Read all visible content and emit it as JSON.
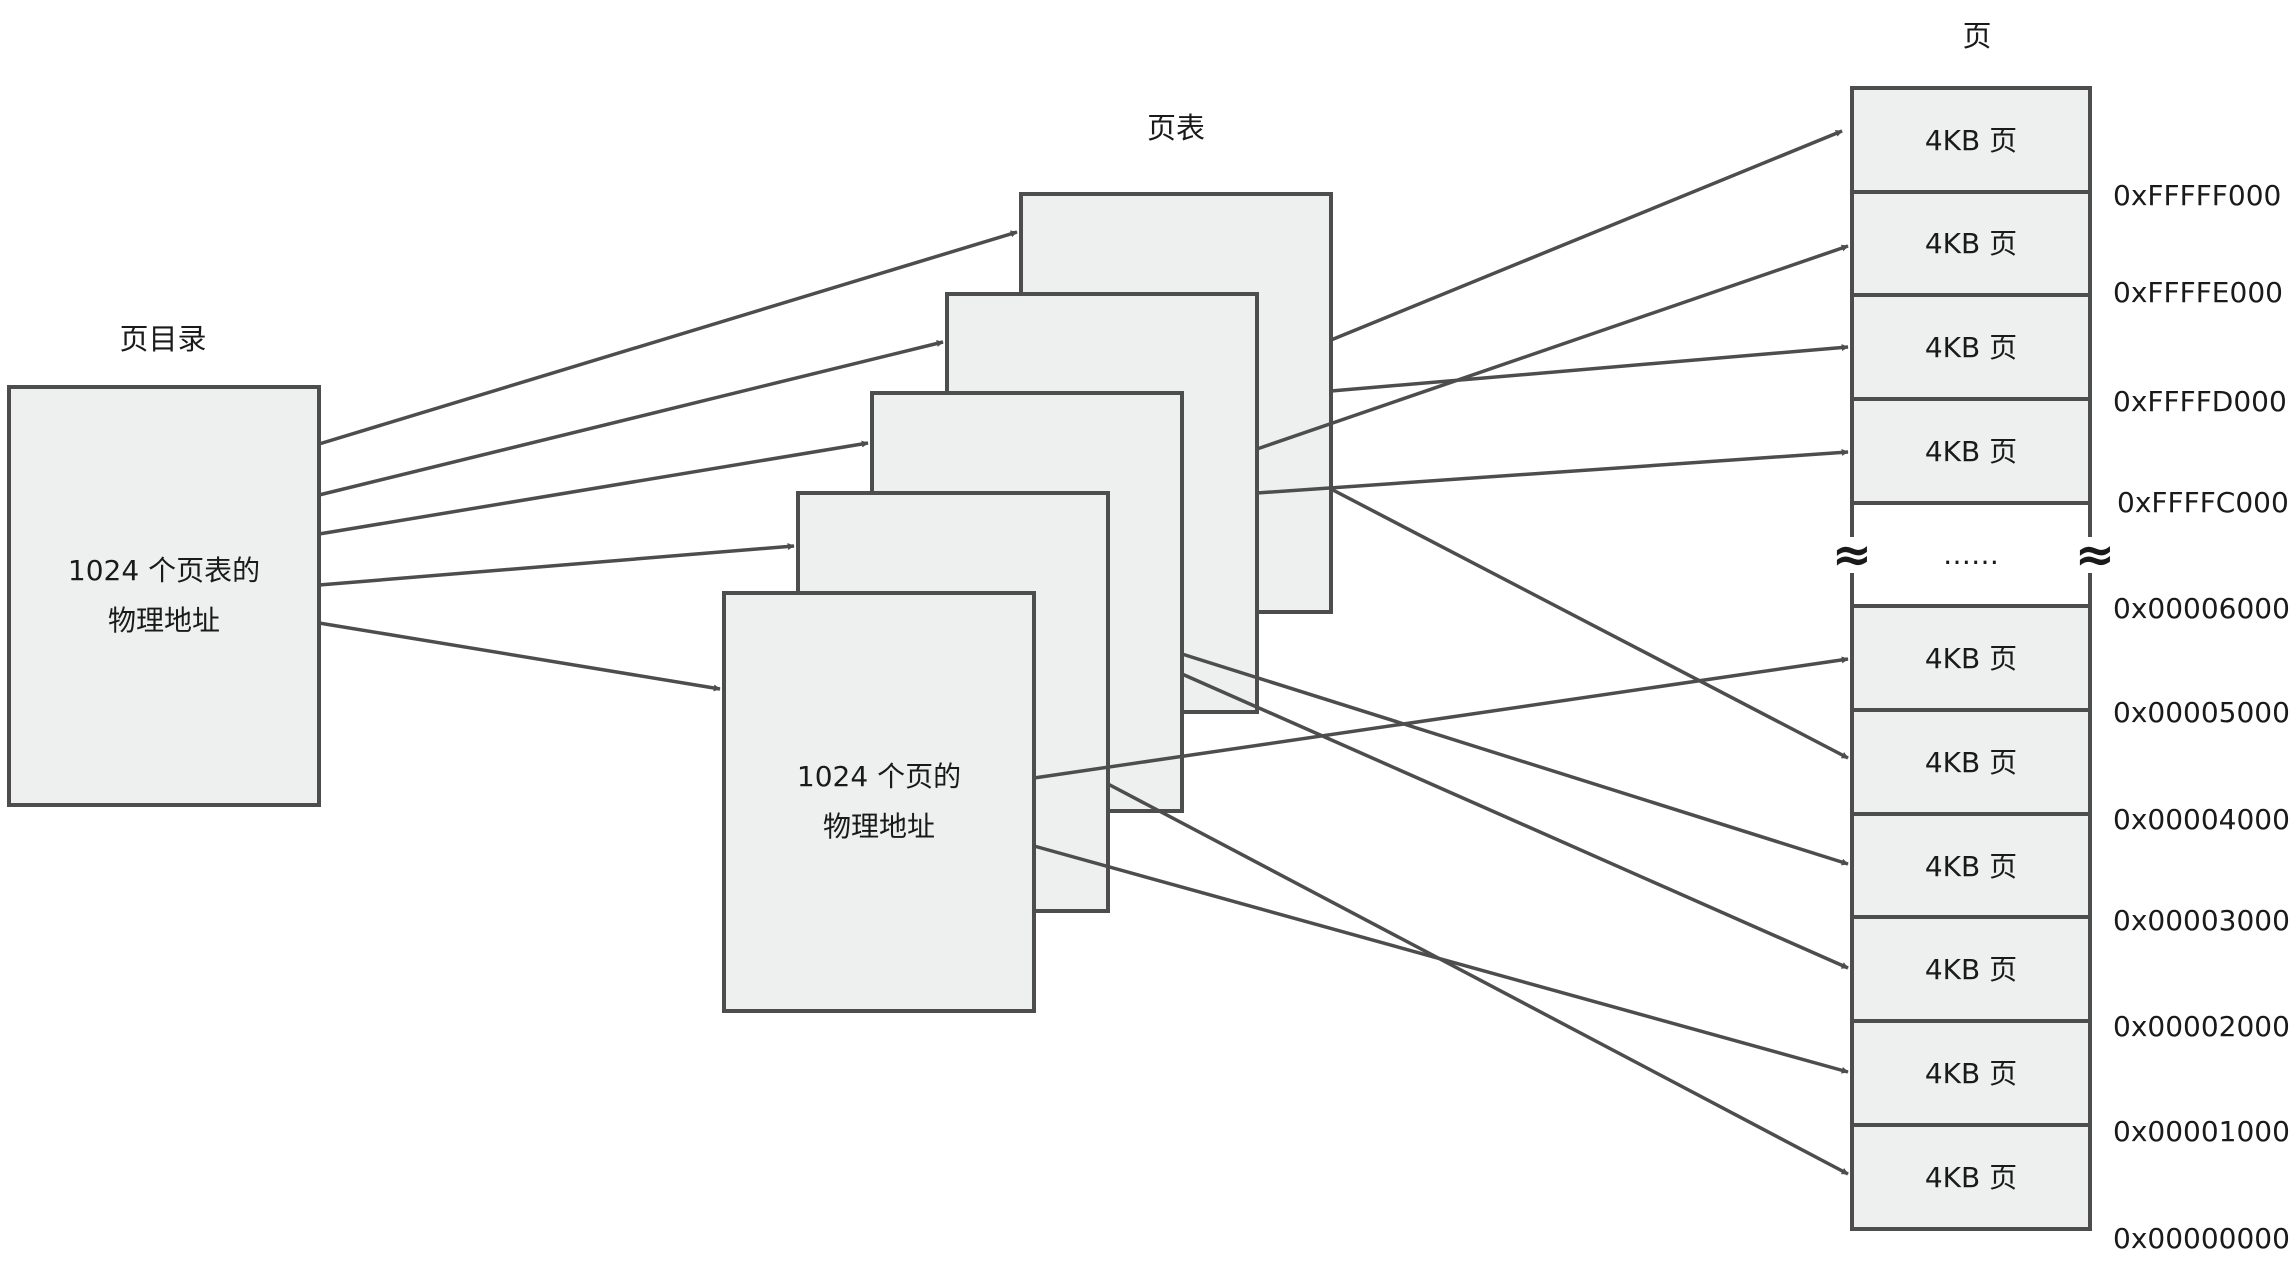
{
  "directory": {
    "title": "页目录",
    "lines": [
      "1024 个页表的",
      "物理地址"
    ]
  },
  "tables": {
    "title": "页表",
    "lines": [
      "1024 个页的",
      "物理地址"
    ]
  },
  "pages": {
    "title": "页",
    "cell_label": "4KB 页",
    "gap_label": "……",
    "break_glyph": "≈",
    "top_cells": [
      "4KB 页",
      "4KB 页",
      "4KB 页",
      "4KB 页"
    ],
    "bottom_cells": [
      "4KB 页",
      "4KB 页",
      "4KB 页",
      "4KB 页",
      "4KB 页",
      "4KB 页"
    ]
  },
  "addresses": [
    "0xFFFFF000",
    "0xFFFFE000",
    "0xFFFFD000",
    "0xFFFFC000",
    "0x00006000",
    "0x00005000",
    "0x00004000",
    "0x00003000",
    "0x00002000",
    "0x00001000",
    "0x00000000"
  ]
}
